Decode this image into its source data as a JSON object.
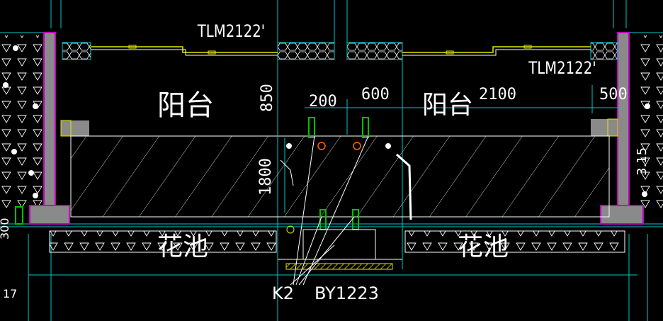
{
  "drawing": {
    "labels": {
      "window_left": "TLM2122'",
      "window_right": "TLM2122'",
      "balcony_left": "阳台",
      "balcony_right": "阳台",
      "planter_left": "花池",
      "planter_right": "花池",
      "tag_k2": "K2",
      "tag_by": "BY1223",
      "dim_850": "850",
      "dim_200": "200",
      "dim_600": "600",
      "dim_2100": "2100",
      "dim_500": "500",
      "dim_1800": "1800",
      "left_partial": "300",
      "left_partial_2": "17",
      "right_partial": "3.15"
    },
    "colors": {
      "background": "#000000",
      "wall_fill": "#8a8a8a",
      "wall_edge": "#c000c0",
      "cyan": "#00c8c8",
      "yellow": "#e6e600",
      "white": "#ffffff",
      "green": "#00c000",
      "orange": "#ff6600",
      "hatch": "#c8c8c8"
    }
  }
}
